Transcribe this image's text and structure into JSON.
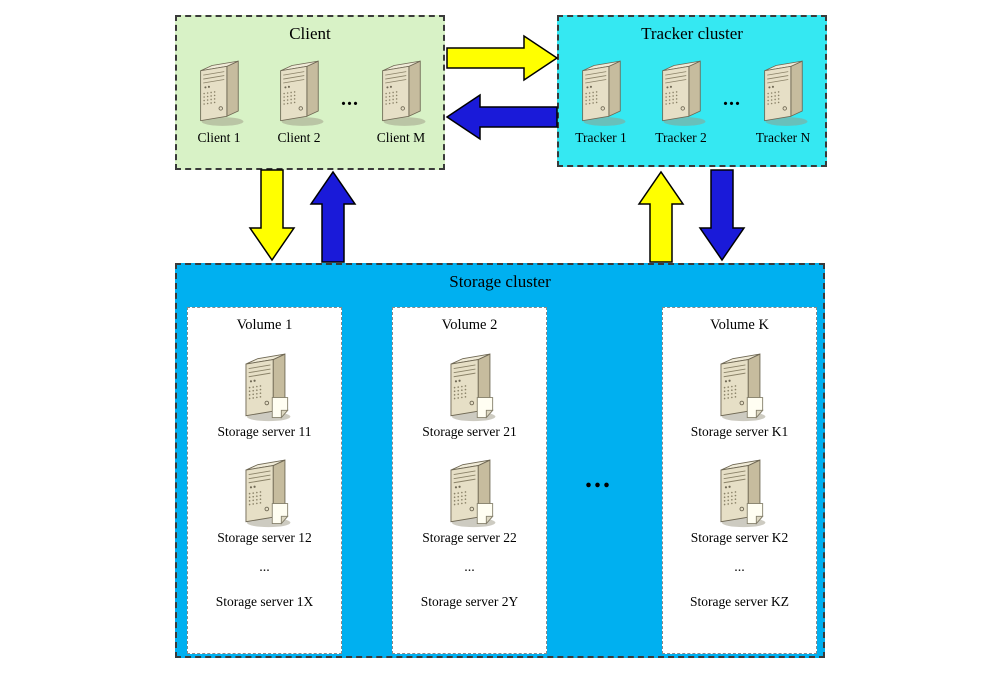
{
  "client_box": {
    "title": "Client",
    "ellipsis": "...",
    "items": [
      {
        "label": "Client 1"
      },
      {
        "label": "Client 2"
      },
      {
        "label": "Client M"
      }
    ]
  },
  "tracker_box": {
    "title": "Tracker cluster",
    "ellipsis": "...",
    "items": [
      {
        "label": "Tracker 1"
      },
      {
        "label": "Tracker 2"
      },
      {
        "label": "Tracker N"
      }
    ]
  },
  "storage_box": {
    "title": "Storage cluster",
    "ellipsis": "...",
    "volumes": [
      {
        "title": "Volume 1",
        "servers": [
          "Storage server 11",
          "Storage server 12"
        ],
        "ellipsis": "...",
        "last_server": "Storage server 1X"
      },
      {
        "title": "Volume 2",
        "servers": [
          "Storage server 21",
          "Storage server 22"
        ],
        "ellipsis": "...",
        "last_server": "Storage server 2Y"
      },
      {
        "title": "Volume K",
        "servers": [
          "Storage server K1",
          "Storage server K2"
        ],
        "ellipsis": "...",
        "last_server": "Storage server KZ"
      }
    ]
  },
  "icons": {
    "server": "server-tower-icon",
    "storage_server": "server-tower-with-document-icon"
  },
  "colors": {
    "client_bg": "#d8f2c6",
    "tracker_bg": "#35e8f2",
    "storage_bg": "#00b0f0",
    "volume_bg": "#ffffff",
    "arrow_yellow": "#ffff00",
    "arrow_blue": "#1a1ad9",
    "arrow_outline": "#000000"
  }
}
